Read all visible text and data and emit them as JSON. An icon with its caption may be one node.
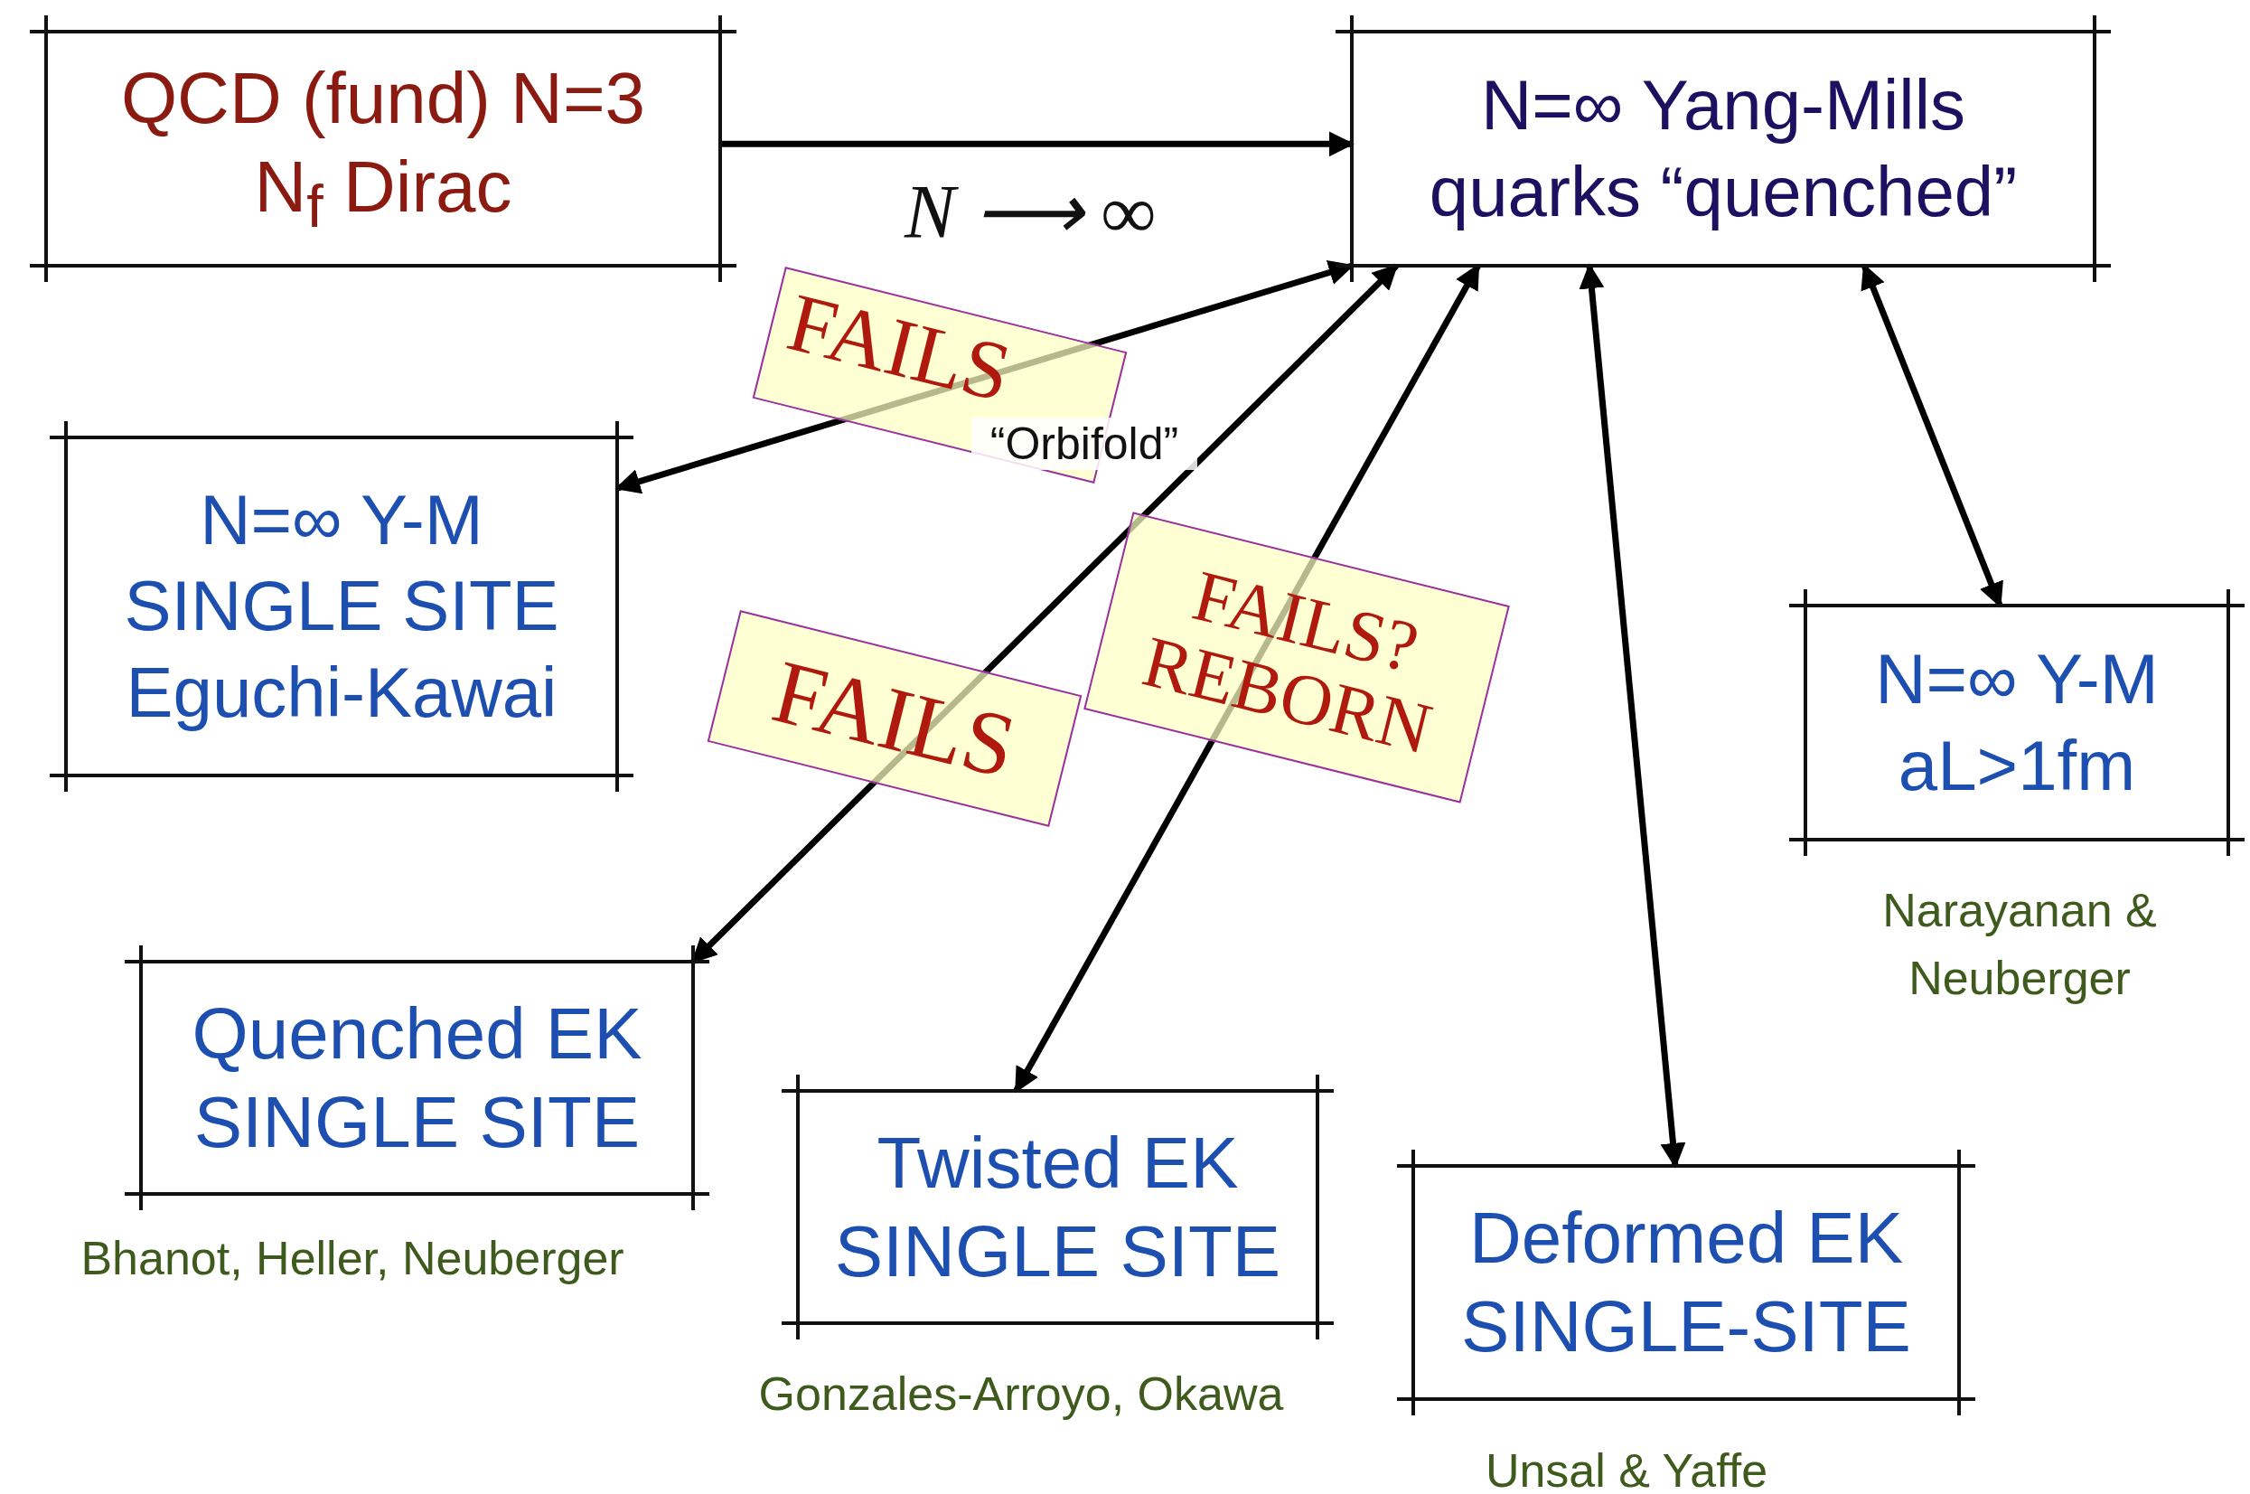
{
  "diagram": {
    "nodes": [
      {
        "text": [
          "QCD (fund) N=3",
          "N$_{f}$ Dirac"
        ]
      },
      {
        "text": [
          "N=∞ Yang-Mills",
          "quarks “quenched”"
        ]
      },
      {
        "text": [
          "N=∞ Y-M",
          "SINGLE SITE",
          "Eguchi-Kawai"
        ]
      },
      {
        "text": [
          "Quenched EK",
          "SINGLE SITE"
        ],
        "beside": [
          "Bhanot, Heller, Neuberger"
        ]
      },
      {
        "text": [
          "Twisted EK",
          "SINGLE SITE"
        ],
        "beside": [
          "Gonzales-Arroyo, Okawa"
        ]
      },
      {
        "text": [
          "Deformed EK",
          "SINGLE-SITE"
        ],
        "beside": [
          "Unsal & Yaffe"
        ]
      },
      {
        "text": [
          "N=∞ Y-M",
          "aL>1fm"
        ],
        "beside": [
          "Narayanan & Neuberger"
        ]
      }
    ],
    "edges": [
      {
        "from": 0,
        "to": 1,
        "arrow": "to",
        "label": "N ⟶ ∞"
      },
      {
        "from": 1,
        "to": 2,
        "arrow": "both",
        "label": "FAILS"
      },
      {
        "from": 1,
        "to": 3,
        "arrow": "both",
        "label": "FAILS"
      },
      {
        "from": 1,
        "to": 4,
        "arrow": "both",
        "label": "FAILS? REBORN"
      },
      {
        "from": 1,
        "to": 5,
        "arrow": "both"
      },
      {
        "from": 1,
        "to": 6,
        "arrow": "both"
      }
    ],
    "labels": [
      "“Orbifold”"
    ]
  }
}
